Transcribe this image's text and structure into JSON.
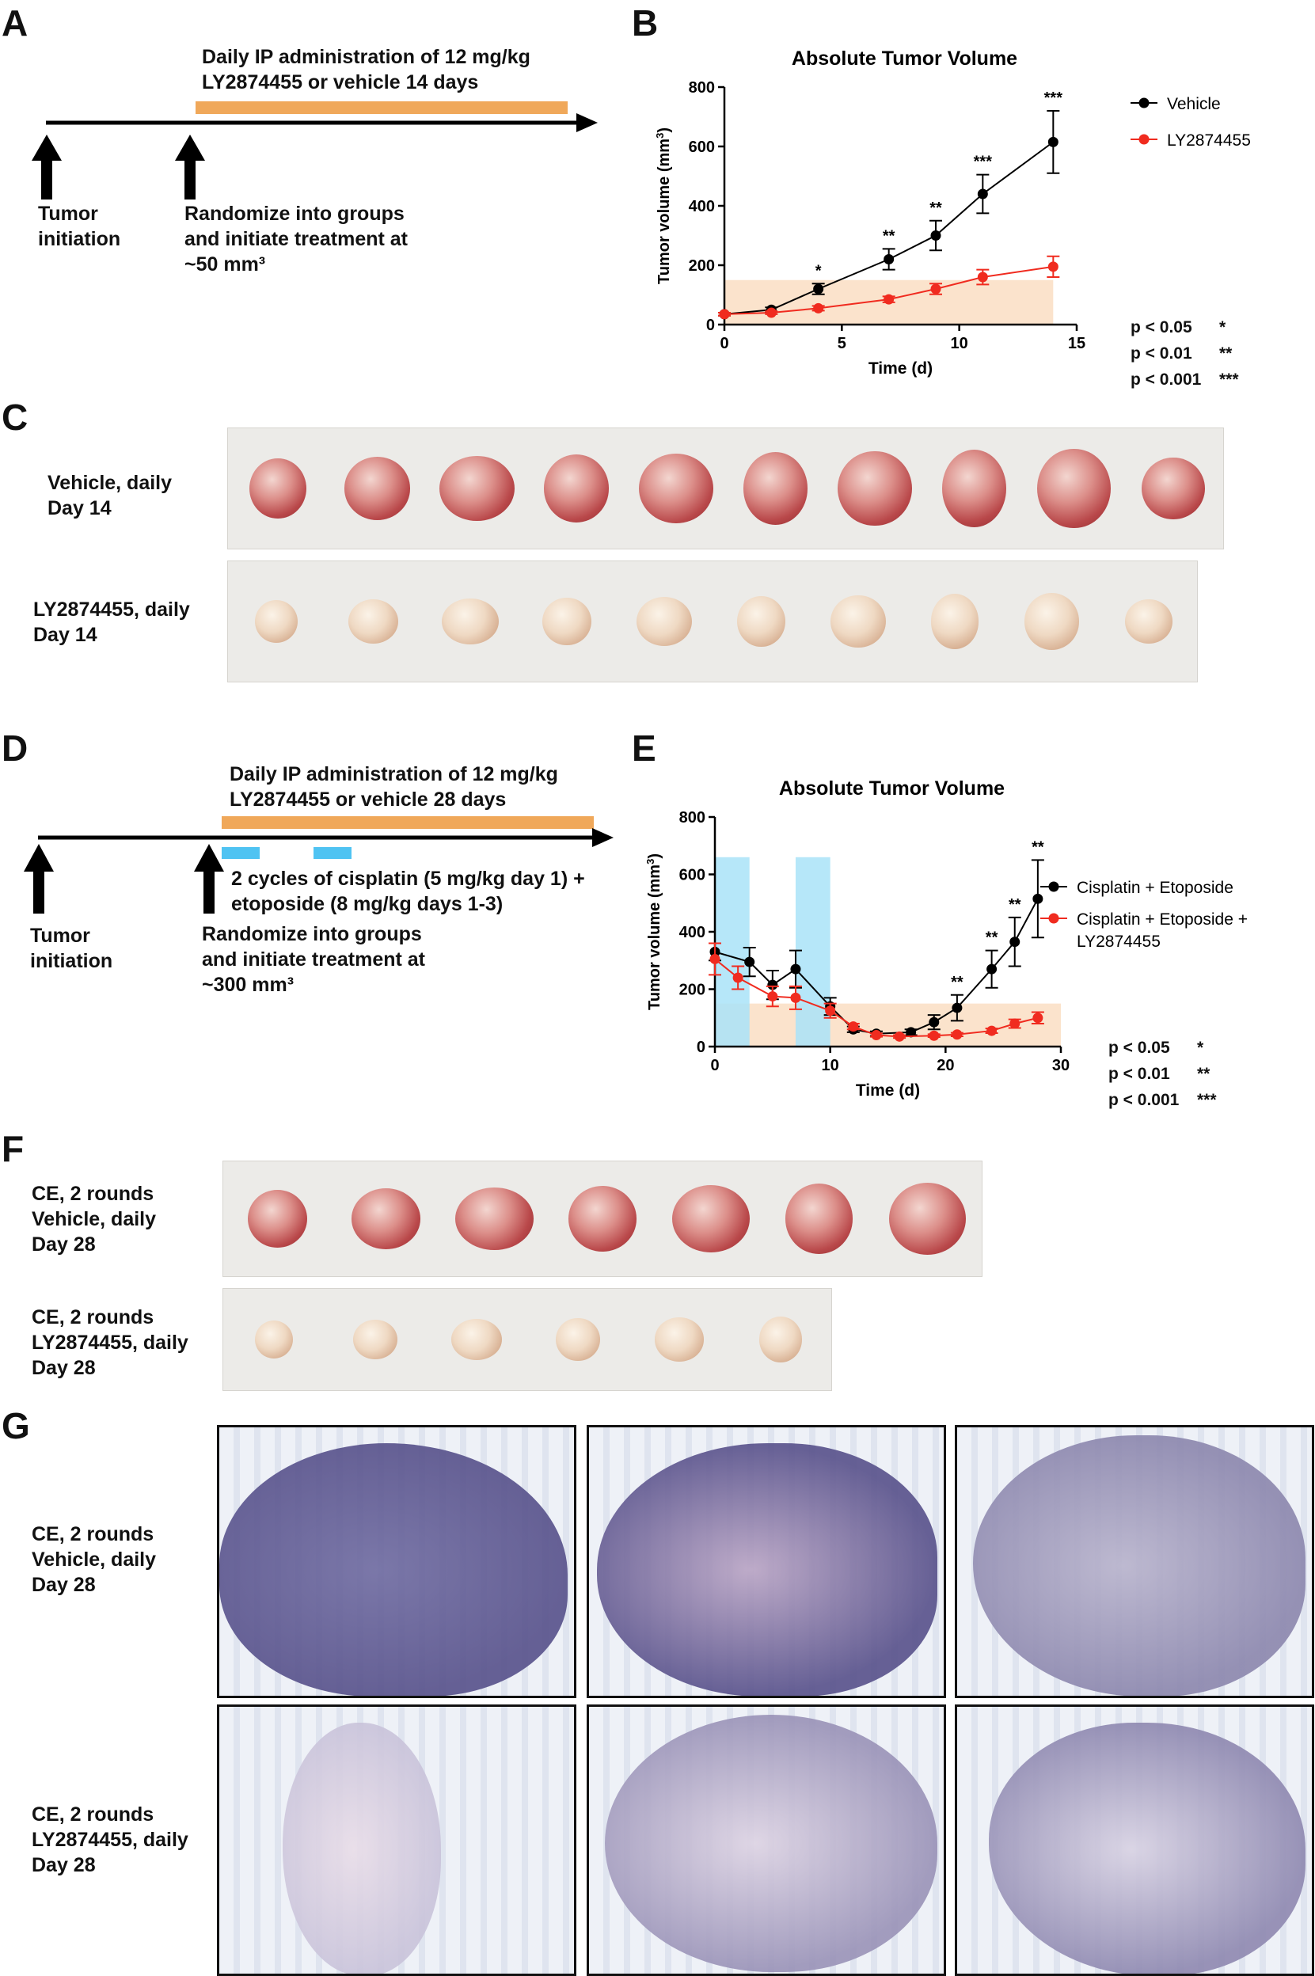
{
  "panels": {
    "A": {
      "letter": "A",
      "bar_label_line1": "Daily IP administration of 12 mg/kg",
      "bar_label_line2": "LY2874455 or vehicle 14 days",
      "arrow1_label_line1": "Tumor",
      "arrow1_label_line2": "initiation",
      "arrow2_label_line1": "Randomize into groups",
      "arrow2_label_line2": "and initiate treatment at",
      "arrow2_label_line3": "~50 mm³",
      "colors": {
        "treatment_bar": "#f0a85a"
      }
    },
    "B": {
      "letter": "B"
    },
    "C": {
      "letter": "C",
      "row1_label_line1": "Vehicle, daily",
      "row1_label_line2": "Day 14",
      "row2_label_line1": "LY2874455, daily",
      "row2_label_line2": "Day 14",
      "row1_count": 10,
      "row2_count": 10
    },
    "D": {
      "letter": "D",
      "bar_label_line1": "Daily IP administration of 12 mg/kg",
      "bar_label_line2": "LY2874455 or vehicle 28 days",
      "cycles_label_line1": "2 cycles of cisplatin (5 mg/kg day 1) +",
      "cycles_label_line2": "etoposide (8 mg/kg days 1-3)",
      "arrow1_label_line1": "Tumor",
      "arrow1_label_line2": "initiation",
      "arrow2_label_line1": "Randomize into groups",
      "arrow2_label_line2": "and initiate treatment at",
      "arrow2_label_line3": "~300 mm³",
      "colors": {
        "treatment_bar": "#f0a85a",
        "cycle_bar": "#4fc3f2"
      }
    },
    "E": {
      "letter": "E"
    },
    "F": {
      "letter": "F",
      "row1_label_line1": "CE, 2 rounds",
      "row1_label_line2": "Vehicle, daily",
      "row1_label_line3": "Day 28",
      "row2_label_line1": "CE, 2 rounds",
      "row2_label_line2": "LY2874455, daily",
      "row2_label_line3": "Day 28",
      "row1_count": 7,
      "row2_count": 6
    },
    "G": {
      "letter": "G",
      "row1_label_line1": "CE, 2 rounds",
      "row1_label_line2": "Vehicle, daily",
      "row1_label_line3": "Day 28",
      "row2_label_line1": "CE, 2 rounds",
      "row2_label_line2": "LY2874455, daily",
      "row2_label_line3": "Day 28"
    }
  },
  "pvalues": [
    {
      "label": "p < 0.05",
      "stars": "*"
    },
    {
      "label": "p < 0.01",
      "stars": "**"
    },
    {
      "label": "p < 0.001",
      "stars": "***"
    }
  ],
  "chart_data": [
    {
      "type": "line",
      "title": "Absolute Tumor Volume",
      "xlabel": "Time (d)",
      "ylabel": "Tumor volume (mm",
      "ylabel_sup": "3",
      "ylabel_end": ")",
      "xlim": [
        0,
        15
      ],
      "ylim": [
        0,
        800
      ],
      "xticks": [
        0,
        5,
        10,
        15
      ],
      "yticks": [
        0,
        200,
        400,
        600,
        800
      ],
      "grid": false,
      "legend": "top-right",
      "shaded_band": {
        "x": [
          0,
          14
        ],
        "y": [
          0,
          150
        ],
        "color": "#fbe3cc"
      },
      "series": [
        {
          "name": "Vehicle",
          "color": "#000000",
          "x": [
            0,
            2,
            4,
            7,
            9,
            11,
            14
          ],
          "y": [
            35,
            50,
            120,
            220,
            300,
            440,
            615
          ],
          "err": [
            5,
            8,
            18,
            35,
            50,
            65,
            105
          ]
        },
        {
          "name": "LY2874455",
          "color": "#f02b1f",
          "x": [
            0,
            2,
            4,
            7,
            9,
            11,
            14
          ],
          "y": [
            35,
            40,
            55,
            85,
            120,
            160,
            195
          ],
          "err": [
            5,
            5,
            8,
            10,
            18,
            25,
            35
          ]
        }
      ],
      "significance": [
        {
          "x": 4,
          "label": "*"
        },
        {
          "x": 7,
          "label": "**"
        },
        {
          "x": 9,
          "label": "**"
        },
        {
          "x": 11,
          "label": "***"
        },
        {
          "x": 14,
          "label": "***"
        }
      ]
    },
    {
      "type": "line",
      "title": "Absolute Tumor Volume",
      "xlabel": "Time (d)",
      "ylabel": "Tumor volume (mm",
      "ylabel_sup": "3",
      "ylabel_end": ")",
      "xlim": [
        0,
        30
      ],
      "ylim": [
        0,
        800
      ],
      "xticks": [
        0,
        10,
        20,
        30
      ],
      "yticks": [
        0,
        200,
        400,
        600,
        800
      ],
      "grid": false,
      "legend": "right",
      "shaded_band": {
        "x": [
          0,
          30
        ],
        "y": [
          0,
          150
        ],
        "color": "#fbe3cc"
      },
      "dosing_bars": [
        {
          "x": [
            0,
            3
          ],
          "y": [
            0,
            660
          ]
        },
        {
          "x": [
            7,
            10
          ],
          "y": [
            0,
            660
          ]
        }
      ],
      "dosing_color": "#a9e3f8",
      "series": [
        {
          "name": "Cisplatin + Etoposide",
          "color": "#000000",
          "x": [
            0,
            3,
            5,
            7,
            10,
            12,
            14,
            17,
            19,
            21,
            24,
            26,
            28
          ],
          "y": [
            330,
            295,
            215,
            270,
            140,
            60,
            45,
            50,
            85,
            135,
            270,
            365,
            515
          ],
          "err": [
            30,
            50,
            50,
            65,
            30,
            10,
            8,
            10,
            25,
            45,
            65,
            85,
            135
          ]
        },
        {
          "name": "Cisplatin + Etoposide + LY2874455",
          "color": "#f02b1f",
          "x": [
            0,
            2,
            5,
            7,
            10,
            12,
            14,
            16,
            19,
            21,
            24,
            26,
            28
          ],
          "y": [
            305,
            240,
            175,
            170,
            125,
            70,
            40,
            35,
            38,
            42,
            55,
            80,
            100
          ],
          "err": [
            55,
            40,
            35,
            40,
            25,
            10,
            6,
            5,
            5,
            6,
            8,
            15,
            20
          ]
        }
      ],
      "significance": [
        {
          "x": 21,
          "label": "**"
        },
        {
          "x": 24,
          "label": "**"
        },
        {
          "x": 26,
          "label": "**"
        },
        {
          "x": 28,
          "label": "**"
        }
      ]
    }
  ]
}
